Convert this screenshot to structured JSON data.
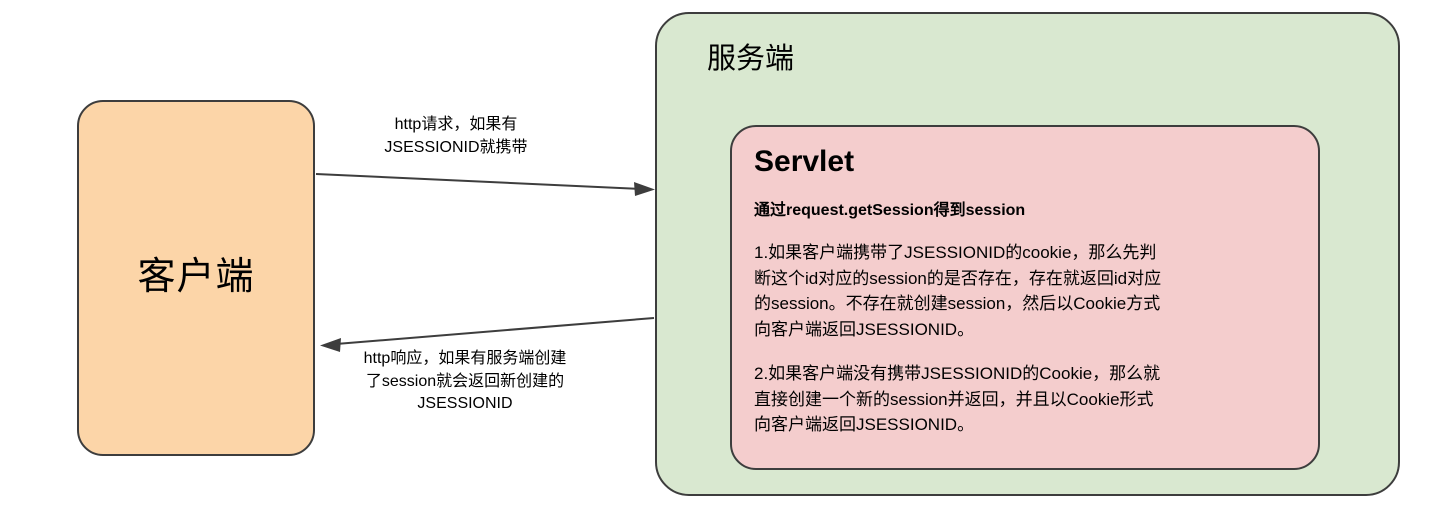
{
  "diagram": {
    "title": "Servlet Session / JSESSIONID flow",
    "colors": {
      "client_fill": "#fcd5a8",
      "server_fill": "#d9e8d0",
      "servlet_fill": "#f4cdcd",
      "stroke": "#3d3d3d",
      "background": "#ffffff"
    }
  },
  "client": {
    "label": "客户端"
  },
  "server": {
    "label": "服务端"
  },
  "servlet": {
    "title": "Servlet",
    "subtitle": "通过request.getSession得到session",
    "paragraph1": "1.如果客户端携带了JSESSIONID的cookie，那么先判\n断这个id对应的session的是否存在，存在就返回id对应\n的session。不存在就创建session，然后以Cookie方式\n向客户端返回JSESSIONID。",
    "paragraph2": "2.如果客户端没有携带JSESSIONID的Cookie，那么就\n直接创建一个新的session并返回，并且以Cookie形式\n向客户端返回JSESSIONID。"
  },
  "arrows": {
    "request": {
      "label": "http请求，如果有\nJSESSIONID就携带",
      "direction": "client-to-server"
    },
    "response": {
      "label": "http响应，如果有服务端创建\n了session就会返回新创建的\nJSESSIONID",
      "direction": "server-to-client"
    }
  }
}
